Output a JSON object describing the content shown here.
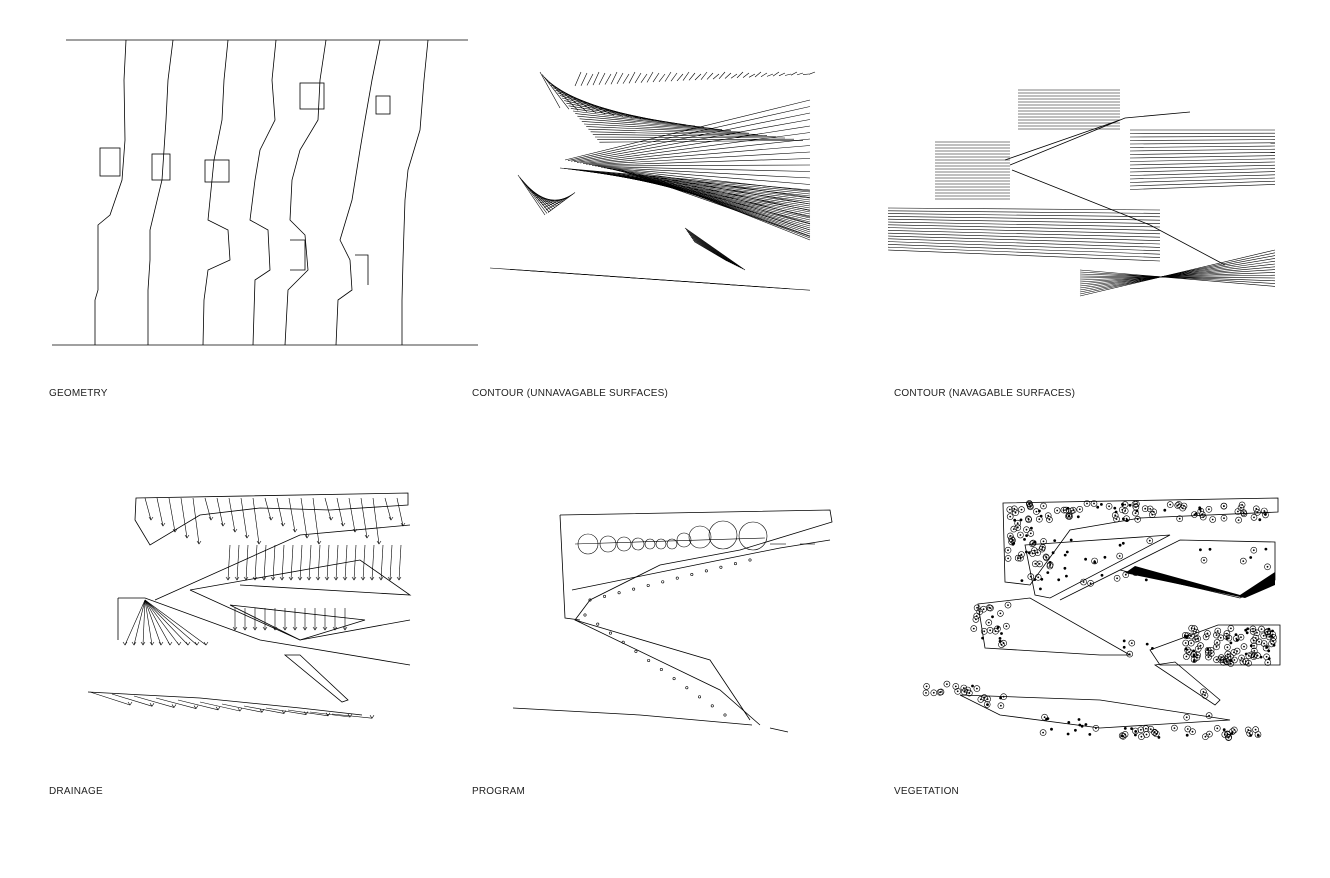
{
  "panels": [
    {
      "id": "geometry",
      "label": "GEOMETRY"
    },
    {
      "id": "contour-unnavigable",
      "label": "CONTOUR (UNNAVAGABLE SURFACES)"
    },
    {
      "id": "contour-navigable",
      "label": "CONTOUR (NAVAGABLE SURFACES)"
    },
    {
      "id": "drainage",
      "label": "DRAINAGE"
    },
    {
      "id": "program",
      "label": "PROGRAM"
    },
    {
      "id": "vegetation",
      "label": "VEGETATION"
    }
  ],
  "colors": {
    "ink": "#000000",
    "background": "#ffffff",
    "caption": "#222222"
  }
}
